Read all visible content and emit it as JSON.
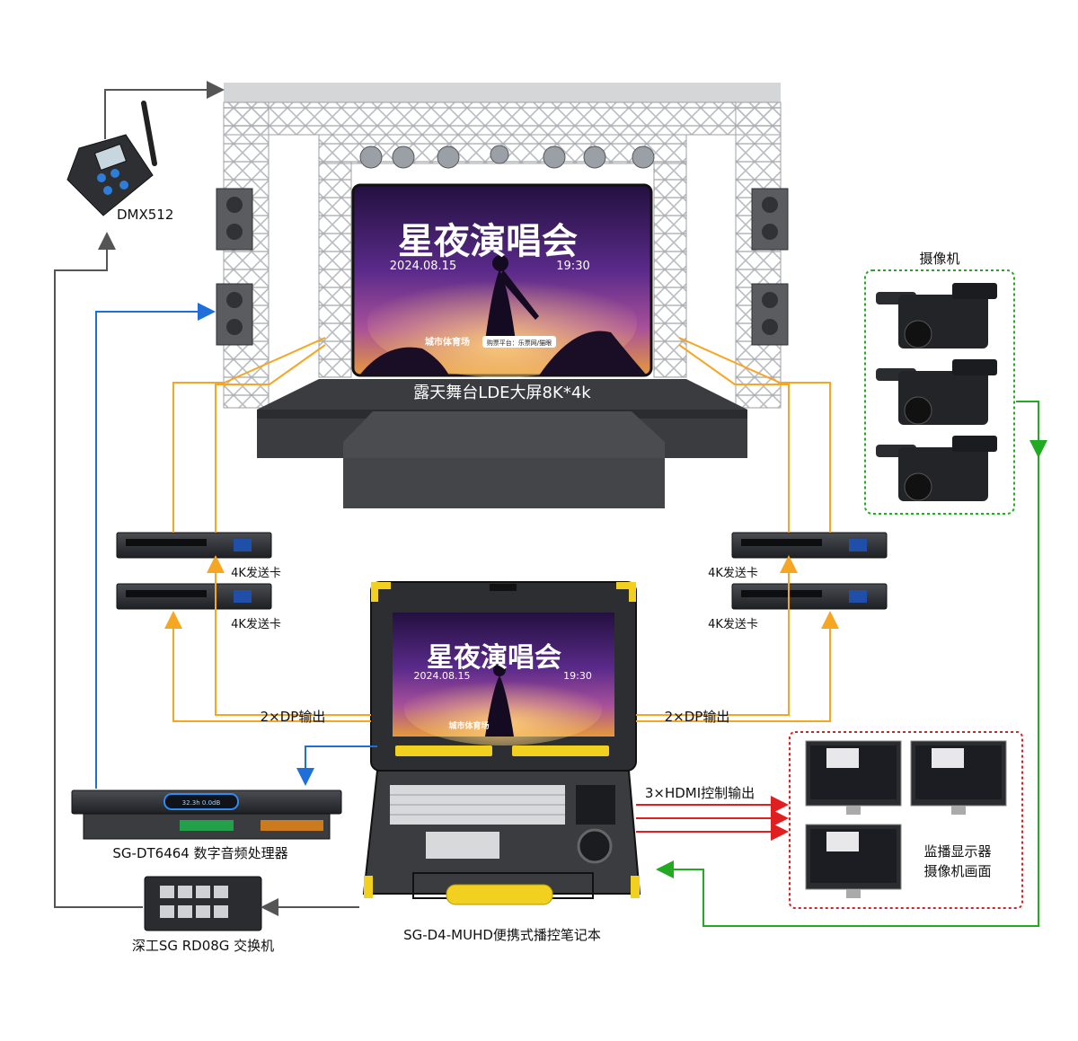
{
  "stage": {
    "caption": "露天舞台LDE大屏8K*4k",
    "screen": {
      "title": "星夜演唱会",
      "date": "2024.08.15",
      "time": "19:30",
      "venue": "城市体育场",
      "ticket": "购票平台：乐票网/猫眼"
    }
  },
  "laptop": {
    "label": "SG-D4-MUHD便携式播控笔记本",
    "screen": {
      "title": "星夜演唱会",
      "date": "2024.08.15",
      "time": "19:30",
      "venue": "城市体育场"
    }
  },
  "dmx": {
    "label": "DMX512"
  },
  "cameras": {
    "label": "摄像机"
  },
  "sender_cards": {
    "label": "4K发送卡"
  },
  "outputs": {
    "dp_left": "2×DP输出",
    "dp_right": "2×DP输出",
    "hdmi": "3×HDMI控制输出"
  },
  "audio_processor": {
    "label": "SG-DT6464 数字音频处理器",
    "display": "32.3h 0.0dB"
  },
  "switch": {
    "label": "深工SG RD08G 交换机"
  },
  "monitors": {
    "label_line1": "监播显示器",
    "label_line2": "摄像机画面"
  },
  "colors": {
    "dp_line": "#f5a623",
    "audio_line": "#1e6fd9",
    "network_line": "#555555",
    "hdmi_line": "#e02020",
    "camera_line": "#22aa22"
  }
}
